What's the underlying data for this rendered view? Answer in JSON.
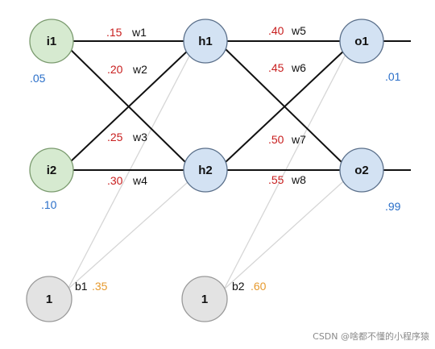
{
  "nodes": {
    "i1": "i1",
    "i2": "i2",
    "h1": "h1",
    "h2": "h2",
    "o1": "o1",
    "o2": "o2",
    "bias1": "1",
    "bias2": "1"
  },
  "inputs": {
    "i1": ".05",
    "i2": ".10"
  },
  "targets": {
    "o1": ".01",
    "o2": ".99"
  },
  "weights": [
    {
      "value": ".15",
      "name": "w1"
    },
    {
      "value": ".20",
      "name": "w2"
    },
    {
      "value": ".25",
      "name": "w3"
    },
    {
      "value": ".30",
      "name": "w4"
    },
    {
      "value": ".40",
      "name": "w5"
    },
    {
      "value": ".45",
      "name": "w6"
    },
    {
      "value": ".50",
      "name": "w7"
    },
    {
      "value": ".55",
      "name": "w8"
    }
  ],
  "biases": [
    {
      "name": "b1",
      "value": ".35"
    },
    {
      "name": "b2",
      "value": ".60"
    }
  ],
  "watermark": "CSDN @啥都不懂的小程序猿",
  "colors": {
    "input_fill": "#d6ead0",
    "input_stroke": "#7a9a6e",
    "hidden_fill": "#d3e2f3",
    "hidden_stroke": "#5a6f8a",
    "bias_fill": "#e3e3e3",
    "bias_stroke": "#9a9a9a",
    "weight_value": "#c81e1e",
    "input_value": "#2a6fc9",
    "bias_value": "#e69a2e"
  }
}
